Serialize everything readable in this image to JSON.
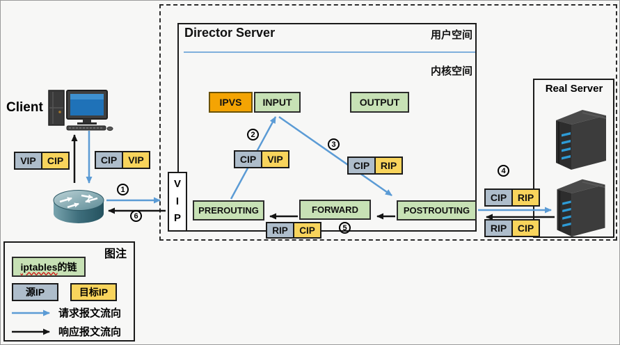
{
  "colors": {
    "request_flow_blue": "#5B9BD5",
    "response_flow_black": "#141414",
    "iptables_chain_green": "#C7E1B5",
    "source_ip_blue_gray": "#AEBDCB",
    "dest_ip_yellow": "#F8D45C",
    "ipvs_orange": "#F4A403"
  },
  "icons": {
    "client": "desktop-computer",
    "gateway": "router",
    "real_server": "server-tower"
  },
  "client": {
    "label": "Client"
  },
  "director": {
    "title": "Director Server",
    "user_space_label": "用户空间",
    "kernel_space_label": "内核空间",
    "vip_label": "VIP",
    "ipvs": "IPVS",
    "chains": {
      "input": "INPUT",
      "output": "OUTPUT",
      "prerouting": "PREROUTING",
      "forward": "FORWARD",
      "postrouting": "POSTROUTING"
    }
  },
  "real_server": {
    "title": "Real Server"
  },
  "ip_pairs": {
    "client_response": {
      "src": "VIP",
      "dst": "CIP"
    },
    "client_request": {
      "src": "CIP",
      "dst": "VIP"
    },
    "director_input": {
      "src": "CIP",
      "dst": "VIP"
    },
    "director_output": {
      "src": "CIP",
      "dst": "RIP"
    },
    "director_response": {
      "src": "RIP",
      "dst": "CIP"
    },
    "realserver_request": {
      "src": "CIP",
      "dst": "RIP"
    },
    "realserver_response": {
      "src": "RIP",
      "dst": "CIP"
    }
  },
  "steps": {
    "s1": "1",
    "s2": "2",
    "s3": "3",
    "s4": "4",
    "s5": "5",
    "s6": "6"
  },
  "legend": {
    "title": "图注",
    "chain_label_en": "iptables",
    "chain_label_zh": "的链",
    "source_ip": "源IP",
    "dest_ip": "目标IP",
    "request_flow": "请求报文流向",
    "response_flow": "响应报文流向"
  }
}
